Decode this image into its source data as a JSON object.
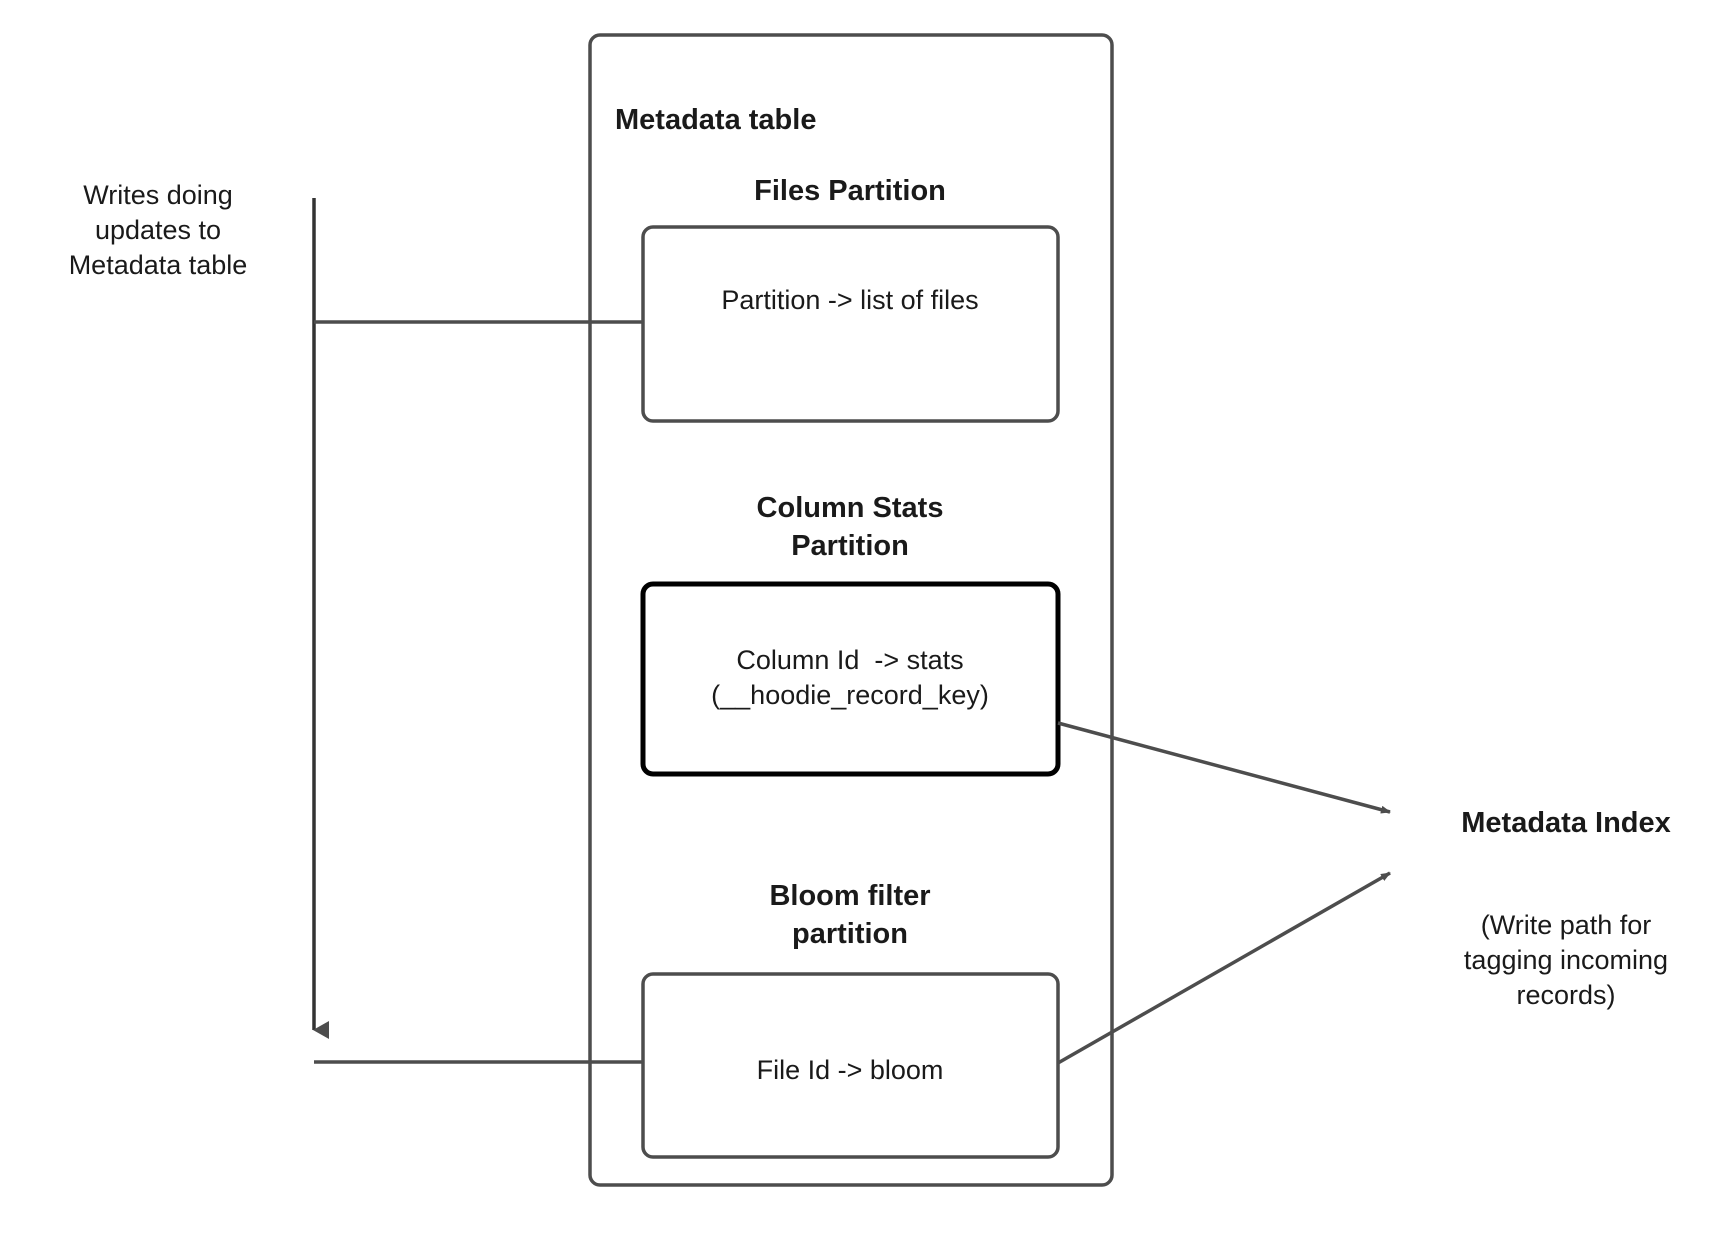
{
  "diagram": {
    "title_left_label": "Writes doing\nupdates to\nMetadata table",
    "outer_box": {
      "label": "Metadata table"
    },
    "partitions": [
      {
        "name": "Files Partition",
        "box_text": "Partition -> list of files"
      },
      {
        "name": "Column Stats\nPartition",
        "box_text": "Column Id  -> stats\n(__hoodie_record_key)"
      },
      {
        "name": "Bloom filter\npartition",
        "box_text": "File Id -> bloom"
      }
    ],
    "right_node": {
      "title": "Metadata Index",
      "note": "(Write path for\ntagging incoming\nrecords)"
    },
    "colors": {
      "stroke": "#4d4d4d",
      "stroke_emphasis": "#000000",
      "text": "#1a1a1a",
      "background": "#ffffff",
      "arrow_fill": "#4d4d4d"
    }
  }
}
